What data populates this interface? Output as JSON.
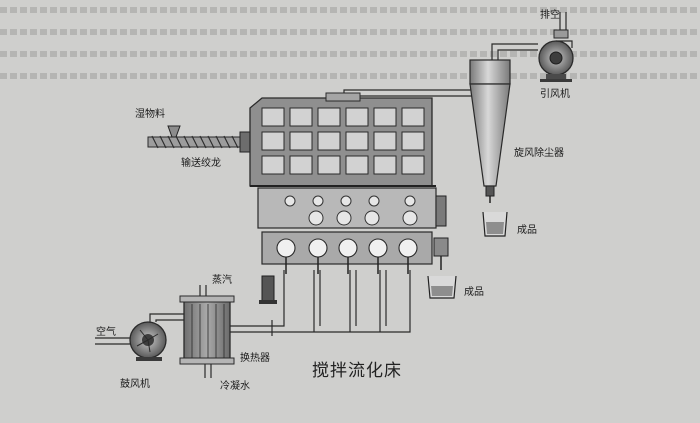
{
  "diagram": {
    "title": "搅拌流化床",
    "labels": {
      "exhaust": "排空",
      "induced_fan": "引风机",
      "cyclone": "旋风除尘器",
      "product_top": "成品",
      "product_bottom": "成品",
      "wet_material": "湿物料",
      "screw_conveyor": "输送绞龙",
      "steam": "蒸汽",
      "air": "空气",
      "heat_exchanger": "换热器",
      "blower": "鼓风机",
      "condensate": "冷凝水"
    }
  },
  "colors": {
    "background": "#cfcfcd",
    "line": "#2a2a2a",
    "equipment_fill": "#8f8f8f",
    "window_fill": "#d6d6d6"
  }
}
